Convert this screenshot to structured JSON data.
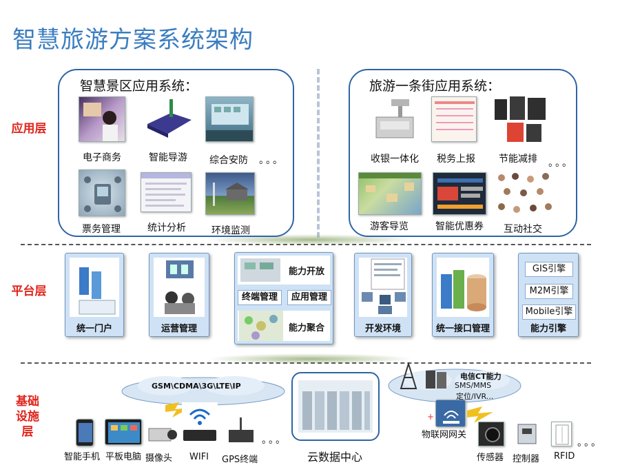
{
  "title": "智慧旅游方案系统架构",
  "layers": {
    "application": "应用层",
    "platform": "平台层",
    "infra_line1": "基础",
    "infra_line2": "设施",
    "infra_line3": "层"
  },
  "scenic_panel": {
    "title": "智慧景区应用系统：",
    "items": [
      "电子商务",
      "智能导游",
      "综合安防",
      "票务管理",
      "统计分析",
      "环境监测"
    ],
    "ellipsis": "。。。"
  },
  "street_panel": {
    "title": "旅游一条街应用系统：",
    "items": [
      "收银一体化",
      "税务上报",
      "节能减排",
      "游客导览",
      "智能优惠券",
      "互动社交"
    ],
    "ellipsis": "。。。"
  },
  "platform": {
    "portal": "统一门户",
    "operations": "运营管理",
    "capability_open": "能力开放",
    "terminal_mgmt": "终端管理",
    "app_mgmt": "应用管理",
    "capability_aggregate": "能力聚合",
    "dev_env": "开发环境",
    "interface_mgmt": "统一接口管理",
    "engines": [
      "GIS引擎",
      "M2M引擎",
      "Mobile引擎"
    ],
    "capability_engine": "能力引擎"
  },
  "infra": {
    "network_cloud": "GSM\\CDMA\\3G\\LTE\\IP",
    "telecom_title": "电信CT能力",
    "telecom_line1": "SMS/MMS",
    "telecom_line2": "定位/IVR...",
    "devices": [
      "智能手机",
      "平板电脑",
      "摄像头",
      "WIFI",
      "GPS终端"
    ],
    "ellipsis": "。。。",
    "datacenter": "云数据中心",
    "iot_gateway": "物联网网关",
    "sensors": [
      "传感器",
      "控制器",
      "RFID"
    ],
    "ellipsis2": "。。。"
  },
  "colors": {
    "title": "#3a7dbf",
    "layer_label": "#e0241b",
    "panel_border": "#2e64a6",
    "platform_box": "#cfe2f5"
  }
}
